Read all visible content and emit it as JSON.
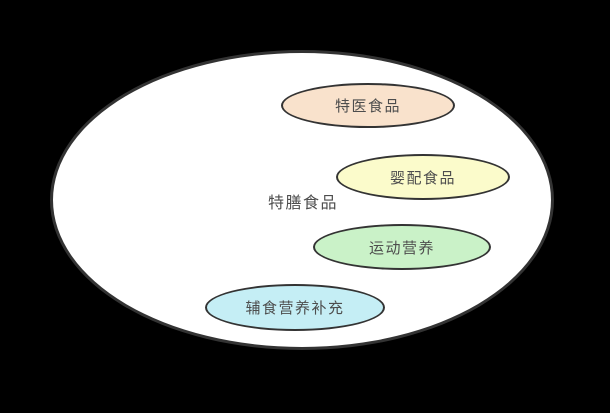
{
  "diagram": {
    "type": "containment-ellipse-diagram",
    "background_color": "#000000",
    "text_color": "#4d4d4d",
    "stroke_color": "#333333",
    "outer": {
      "label": "特膳食品",
      "fill": "#ffffff"
    },
    "nodes": [
      {
        "label": "特医食品",
        "fill": "#f9e2cc"
      },
      {
        "label": "婴配食品",
        "fill": "#fbfbcb"
      },
      {
        "label": "运动营养",
        "fill": "#caf2c8"
      },
      {
        "label": "辅食营养补充",
        "fill": "#c5eef5"
      }
    ]
  }
}
